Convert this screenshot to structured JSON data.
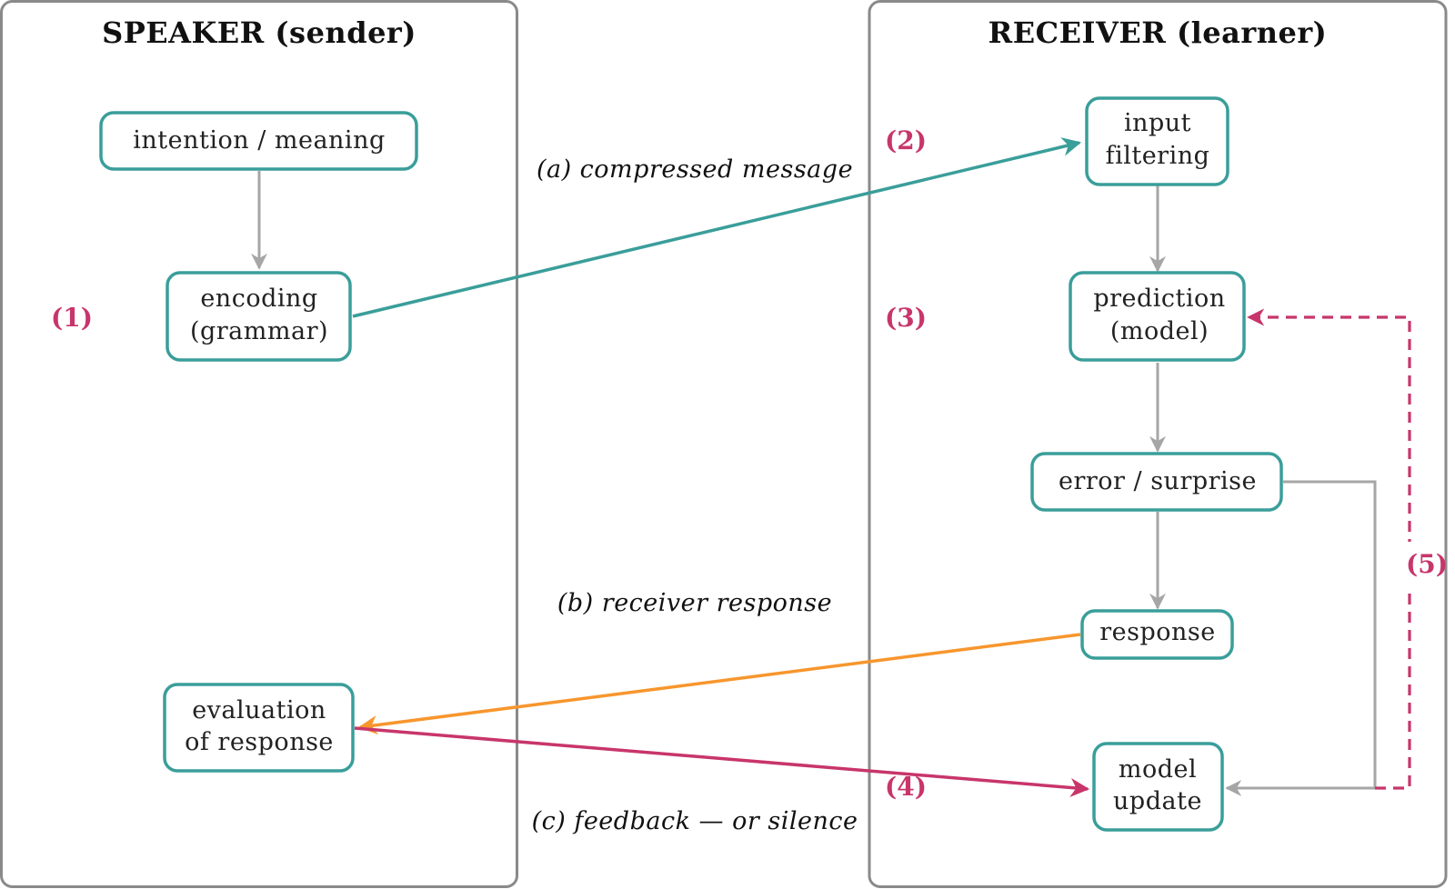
{
  "speaker": {
    "title": "SPEAKER (sender)",
    "nodes": {
      "intention": [
        "intention / meaning"
      ],
      "encoding": [
        "encoding",
        "(grammar)"
      ],
      "evaluation": [
        "evaluation",
        "of response"
      ]
    },
    "step_label": "(1)"
  },
  "receiver": {
    "title": "RECEIVER (learner)",
    "nodes": {
      "input": [
        "input",
        "filtering"
      ],
      "prediction": [
        "prediction",
        "(model)"
      ],
      "error": [
        "error / surprise"
      ],
      "response": [
        "response"
      ],
      "update": [
        "model",
        "update"
      ]
    },
    "step_labels": {
      "input": "(2)",
      "prediction": "(3)",
      "update": "(4)",
      "loop": "(5)"
    }
  },
  "edges": {
    "message": "(a) compressed message",
    "response": "(b) receiver response",
    "feedback": "(c) feedback — or silence"
  },
  "colors": {
    "teal": "#3a9e9a",
    "orange": "#f7962d",
    "magenta": "#c8356b",
    "gray": "#a6a6a6",
    "panel_border": "#8a8a8a"
  }
}
